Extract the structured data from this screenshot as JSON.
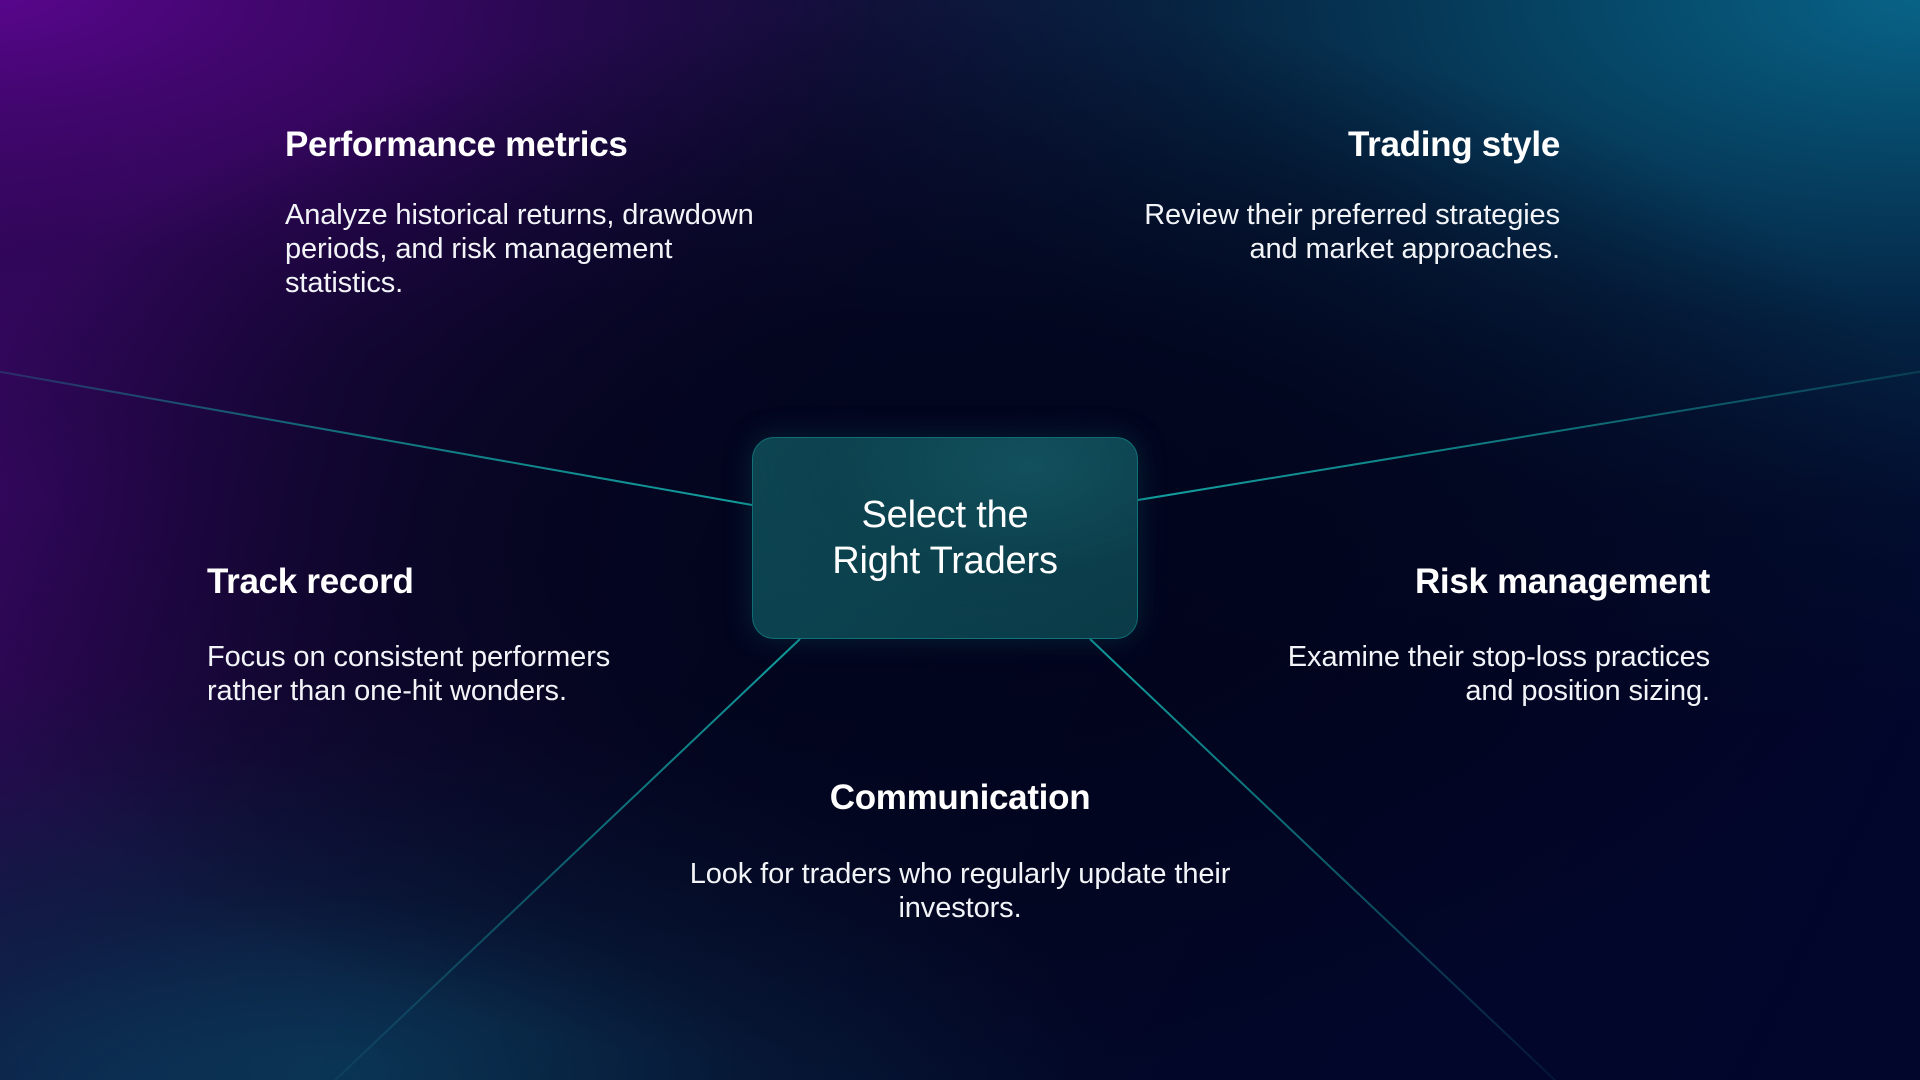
{
  "theme": {
    "accent_line": "#12a0a0",
    "card_fill": "#0c424f",
    "card_border": "#139696",
    "text_primary": "#ffffff",
    "bg_top_left": "#3d0569",
    "bg_top_right": "#0c4f6e",
    "bg_bottom_left": "#0a1630",
    "bg_bottom_right": "#02052c"
  },
  "center": {
    "title": "Select the\nRight Traders",
    "line1": "Select the",
    "line2": "Right Traders"
  },
  "nodes": [
    {
      "id": "performance-metrics",
      "title": "Performance metrics",
      "description": "Analyze historical returns, drawdown periods, and risk management statistics.",
      "align": "left"
    },
    {
      "id": "trading-style",
      "title": "Trading style",
      "description": "Review their preferred strategies and market approaches.",
      "align": "right"
    },
    {
      "id": "track-record",
      "title": "Track record",
      "description": "Focus on consistent performers rather than one-hit wonders.",
      "align": "left"
    },
    {
      "id": "risk-management",
      "title": "Risk management",
      "description": "Examine their stop-loss practices and position sizing.",
      "align": "right"
    },
    {
      "id": "communication",
      "title": "Communication",
      "description": "Look for traders who regularly update their investors.",
      "align": "center"
    }
  ],
  "connectors": [
    {
      "id": "connector-top",
      "label": "line-to-top-edge"
    },
    {
      "id": "connector-upper-left",
      "label": "line-to-performance-metrics"
    },
    {
      "id": "connector-upper-right",
      "label": "line-to-trading-style"
    },
    {
      "id": "connector-left",
      "label": "line-to-track-record"
    },
    {
      "id": "connector-right",
      "label": "line-to-risk-management"
    },
    {
      "id": "connector-lower-left",
      "label": "line-to-lower-left"
    },
    {
      "id": "connector-lower-right",
      "label": "line-to-lower-right"
    }
  ]
}
